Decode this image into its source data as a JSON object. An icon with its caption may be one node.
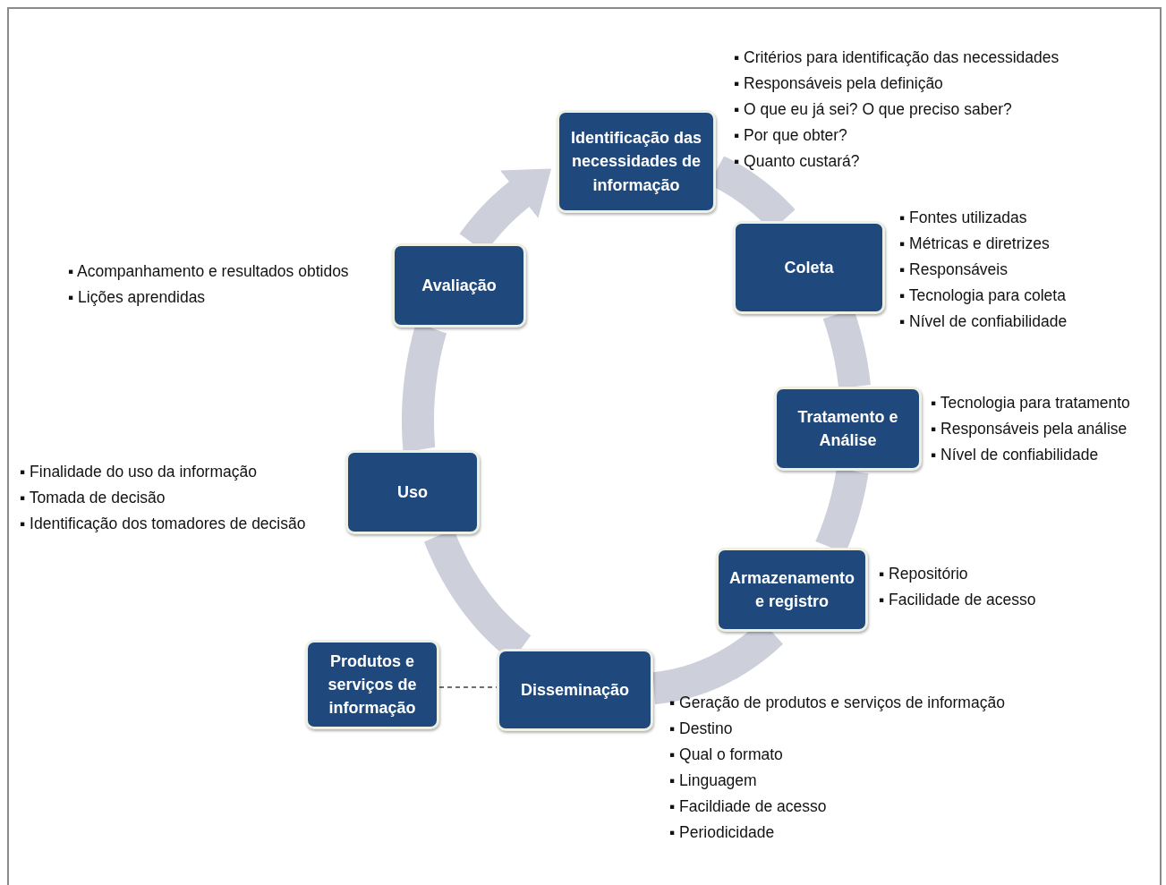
{
  "diagram": {
    "nodes": [
      {
        "text": [
          "Identificação das necessidades de informação"
        ],
        "beside": [
          "▪ Critérios para identificação das necessidades",
          "▪ Responsáveis pela definição",
          "▪ O que eu já sei? O que preciso saber?",
          "▪ Por que obter?",
          "▪ Quanto custará?"
        ]
      },
      {
        "text": [
          "Coleta"
        ],
        "beside": [
          "▪ Fontes utilizadas",
          "▪ Métricas e diretrizes",
          "▪ Responsáveis",
          "▪ Tecnologia para coleta",
          "▪ Nível de confiabilidade"
        ]
      },
      {
        "text": [
          "Tratamento e Análise"
        ],
        "beside": [
          "▪ Tecnologia para tratamento",
          "▪ Responsáveis pela análise",
          "▪ Nível de confiabilidade"
        ]
      },
      {
        "text": [
          "Armazenamento e registro"
        ],
        "beside": [
          "▪ Repositório",
          "▪ Facilidade de acesso"
        ]
      },
      {
        "text": [
          "Disseminação"
        ],
        "beside": [
          "▪ Geração de produtos e serviços de informação",
          "▪ Destino",
          "▪ Qual o formato",
          "▪ Linguagem",
          "▪ Facildiade de acesso",
          "▪ Periodicidade"
        ]
      },
      {
        "text": [
          "Uso"
        ],
        "beside": [
          "▪ Finalidade do uso da informação",
          "▪ Tomada de decisão",
          "▪ Identificação dos tomadores de decisão"
        ]
      },
      {
        "text": [
          "Avaliação"
        ],
        "beside": [
          "▪ Acompanhamento e resultados obtidos",
          "▪ Lições aprendidas"
        ]
      },
      {
        "text": [
          "Produtos e serviços de informação"
        ]
      }
    ],
    "edges": [
      {
        "from": 0,
        "to": 1,
        "arrow": "none"
      },
      {
        "from": 1,
        "to": 2,
        "arrow": "none"
      },
      {
        "from": 2,
        "to": 3,
        "arrow": "none"
      },
      {
        "from": 3,
        "to": 4,
        "arrow": "none"
      },
      {
        "from": 4,
        "to": 5,
        "arrow": "none"
      },
      {
        "from": 5,
        "to": 6,
        "arrow": "none"
      },
      {
        "from": 6,
        "to": 0,
        "arrow": "to"
      },
      {
        "from": 7,
        "to": 4,
        "arrow": "none",
        "style": "dashed",
        "color": "#404040"
      }
    ]
  }
}
